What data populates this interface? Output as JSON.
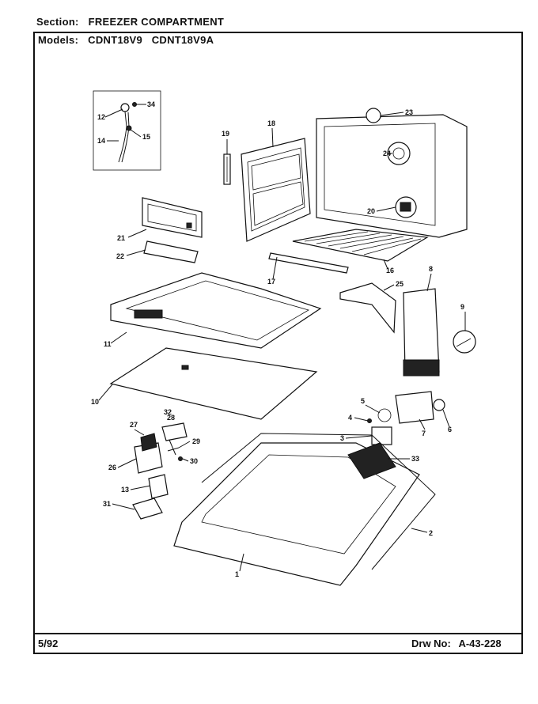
{
  "header": {
    "section_label": "Section:",
    "section_value": "FREEZER COMPARTMENT",
    "models_label": "Models:",
    "models_value": "CDNT18V9   CDNT18V9A"
  },
  "footer": {
    "date": "5/92",
    "drawing_label": "Drw No:",
    "drawing_number": "A-43-228"
  },
  "callouts": [
    "1",
    "2",
    "3",
    "4",
    "5",
    "6",
    "7",
    "8",
    "9",
    "10",
    "11",
    "12",
    "13",
    "14",
    "15",
    "16",
    "17",
    "18",
    "19",
    "20",
    "21",
    "22",
    "23",
    "24",
    "25",
    "26",
    "27",
    "28",
    "29",
    "30",
    "31",
    "32",
    "33",
    "34"
  ]
}
